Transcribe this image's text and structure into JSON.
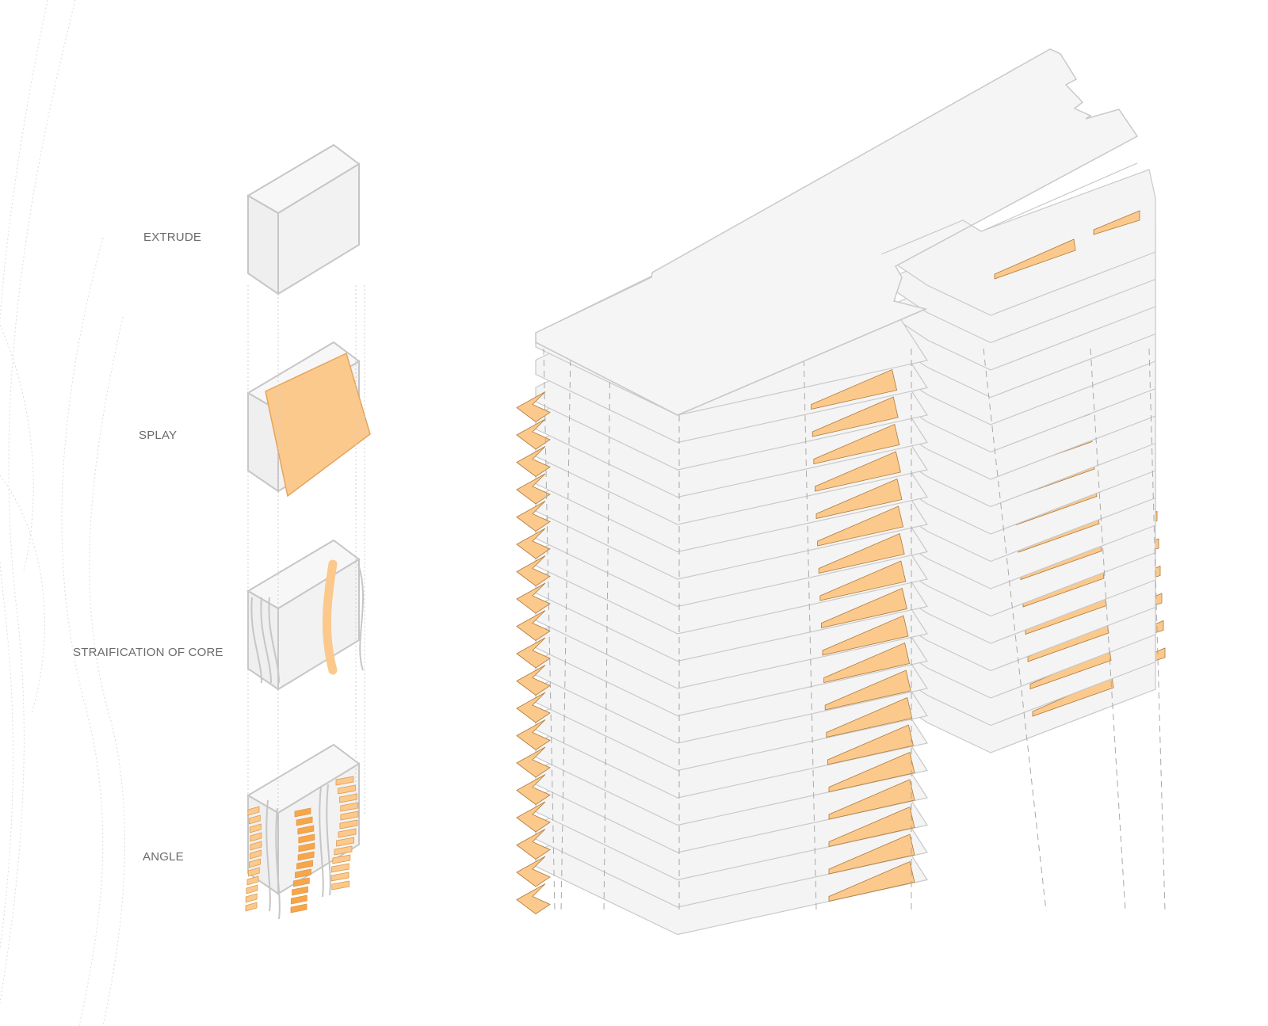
{
  "steps": [
    {
      "label": "EXTRUDE"
    },
    {
      "label": "SPLAY"
    },
    {
      "label": "STRAIFICATION OF CORE"
    },
    {
      "label": "ANGLE"
    }
  ],
  "tower": {
    "floor_count": 20
  },
  "colors": {
    "slab_fill": "#f4f4f4",
    "slab_stroke": "#c9c9c9",
    "accent": "#fbc98c",
    "accent_dark": "#f7a64a",
    "accent_stroke": "#b07a3c",
    "label": "#6b6b6b",
    "contour": "#dcdcdc"
  }
}
